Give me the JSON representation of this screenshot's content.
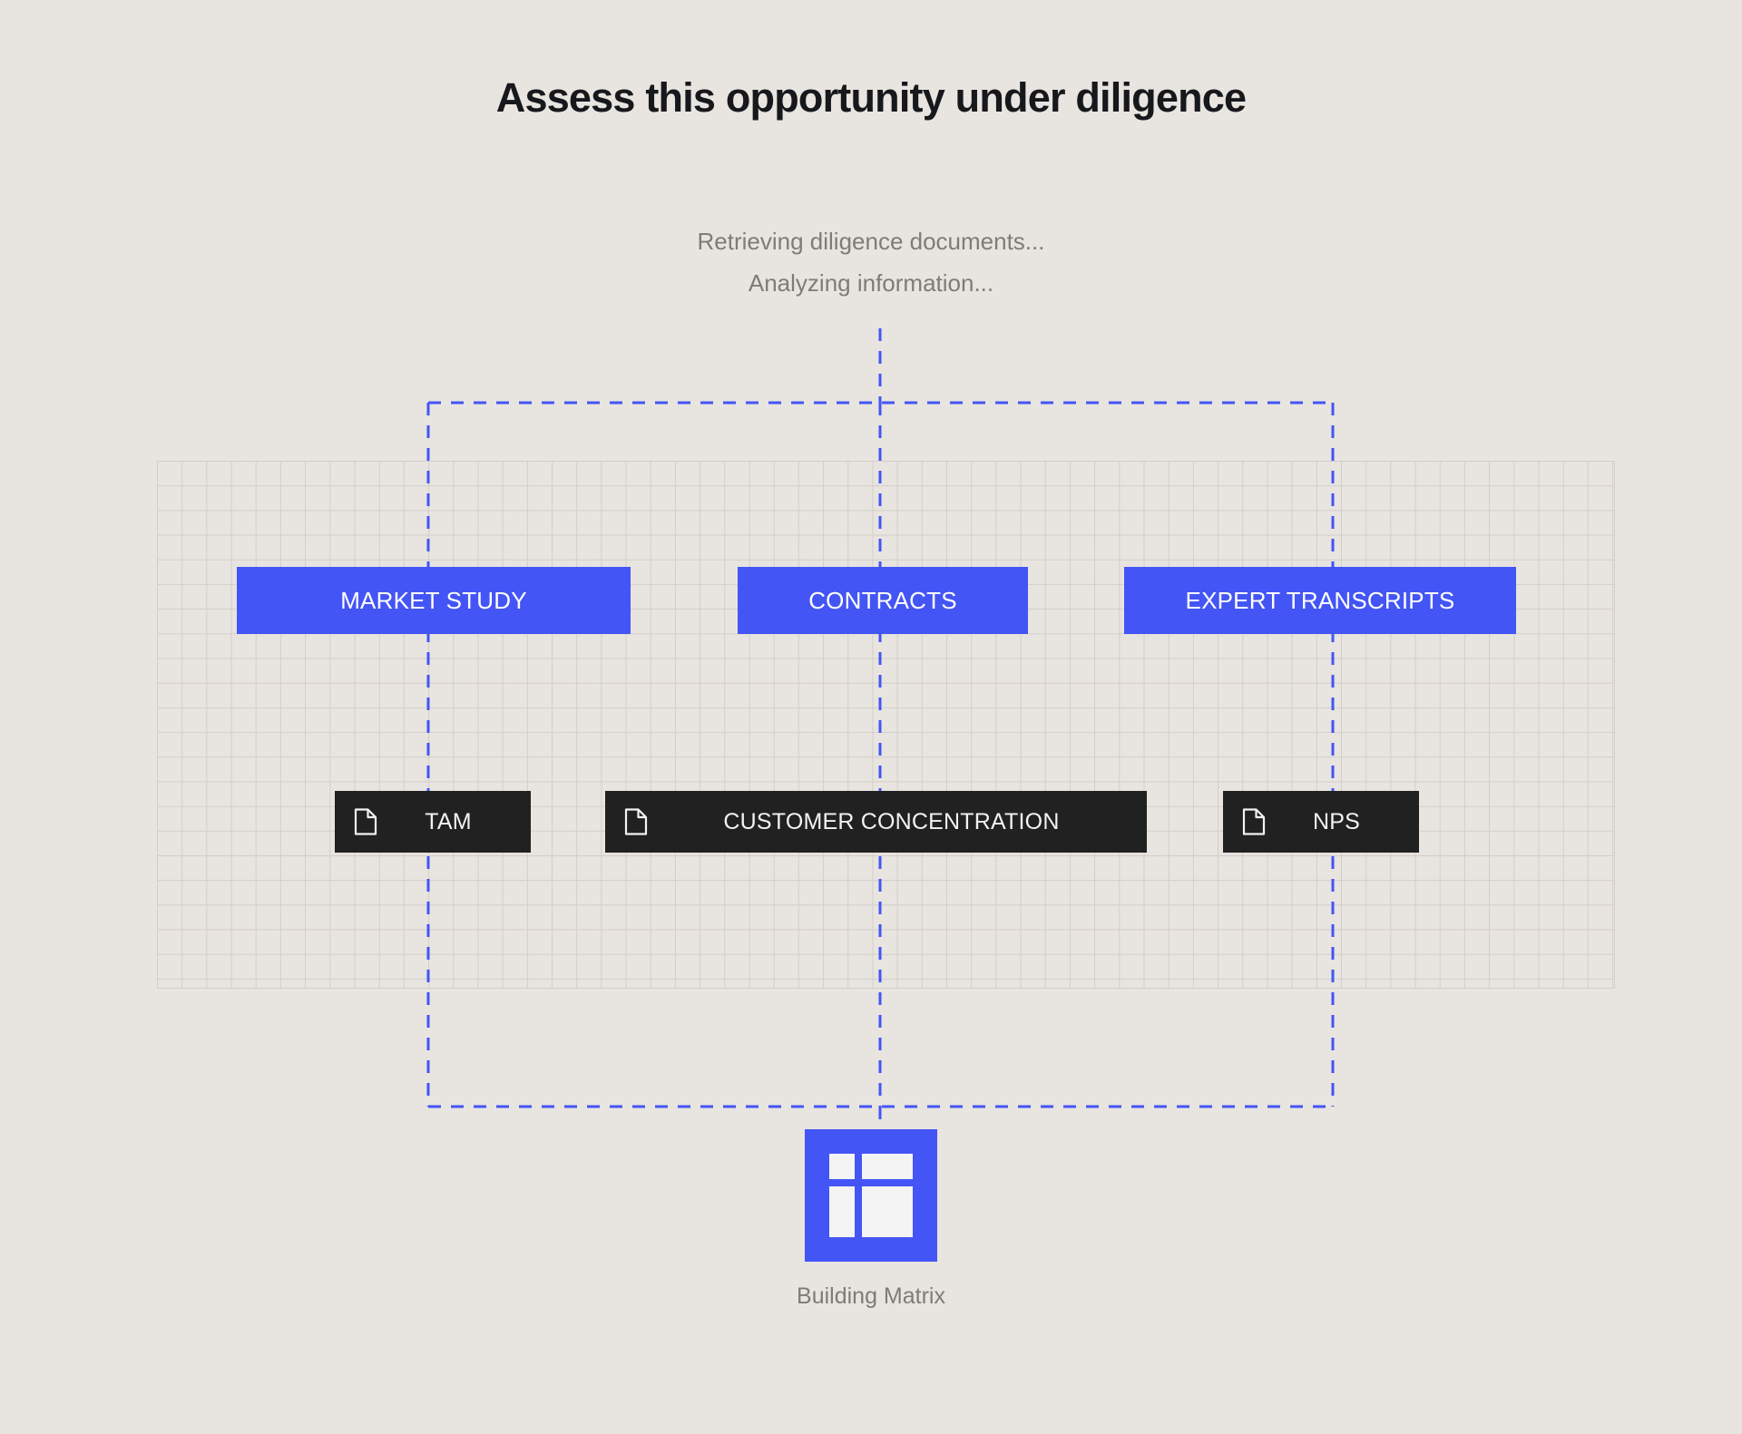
{
  "theme": {
    "background": "#e8e4e0",
    "accent_blue": "#4455f5",
    "node_black": "#212121",
    "grid_line": "#d3cec8",
    "muted_text": "#7f7c78",
    "title_text": "#16181c"
  },
  "header": {
    "title": "Assess this opportunity under diligence"
  },
  "status": {
    "lines": [
      "Retrieving diligence documents...",
      "Analyzing information..."
    ]
  },
  "diagram": {
    "sources": [
      {
        "label": "MARKET STUDY"
      },
      {
        "label": "CONTRACTS"
      },
      {
        "label": "EXPERT TRANSCRIPTS"
      }
    ],
    "documents": [
      {
        "icon": "document-icon",
        "label": "TAM"
      },
      {
        "icon": "document-icon",
        "label": "CUSTOMER CONCENTRATION"
      },
      {
        "icon": "document-icon",
        "label": "NPS"
      }
    ],
    "output": {
      "icon": "matrix-icon",
      "label": "Building Matrix"
    }
  }
}
